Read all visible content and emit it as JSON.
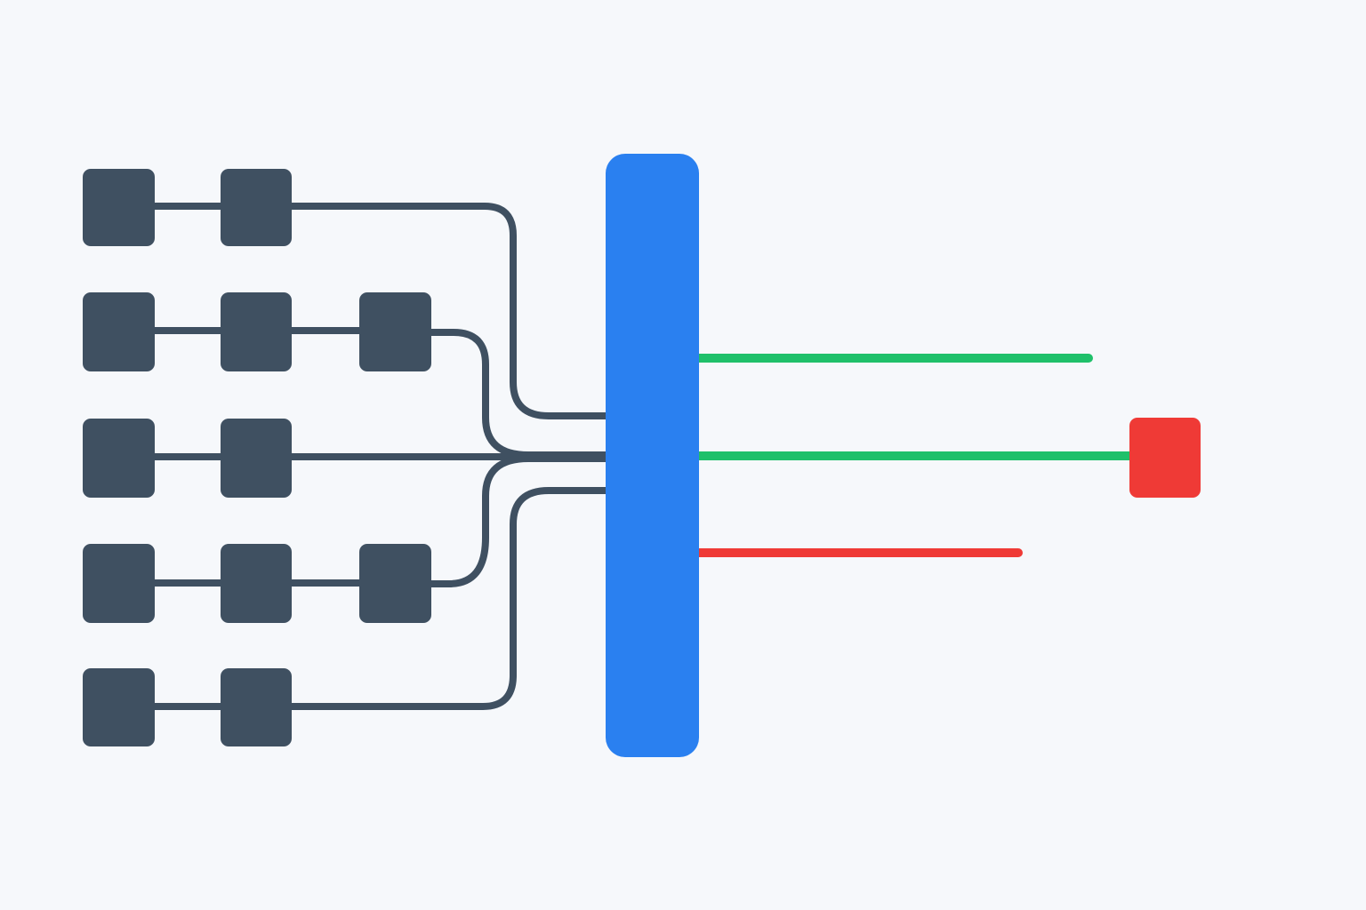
{
  "diagram": {
    "colors": {
      "background": "#f6f8fb",
      "node": "#3f5061",
      "connector": "#3f5061",
      "hub": "#2a80f0",
      "success": "#1fc06a",
      "error": "#ef3a36"
    },
    "source_chains": [
      {
        "node_count": 2
      },
      {
        "node_count": 3
      },
      {
        "node_count": 2
      },
      {
        "node_count": 3
      },
      {
        "node_count": 2
      }
    ],
    "outputs": [
      {
        "status": "success",
        "has_terminal": false
      },
      {
        "status": "success",
        "has_terminal": true
      },
      {
        "status": "error",
        "has_terminal": false
      }
    ]
  }
}
